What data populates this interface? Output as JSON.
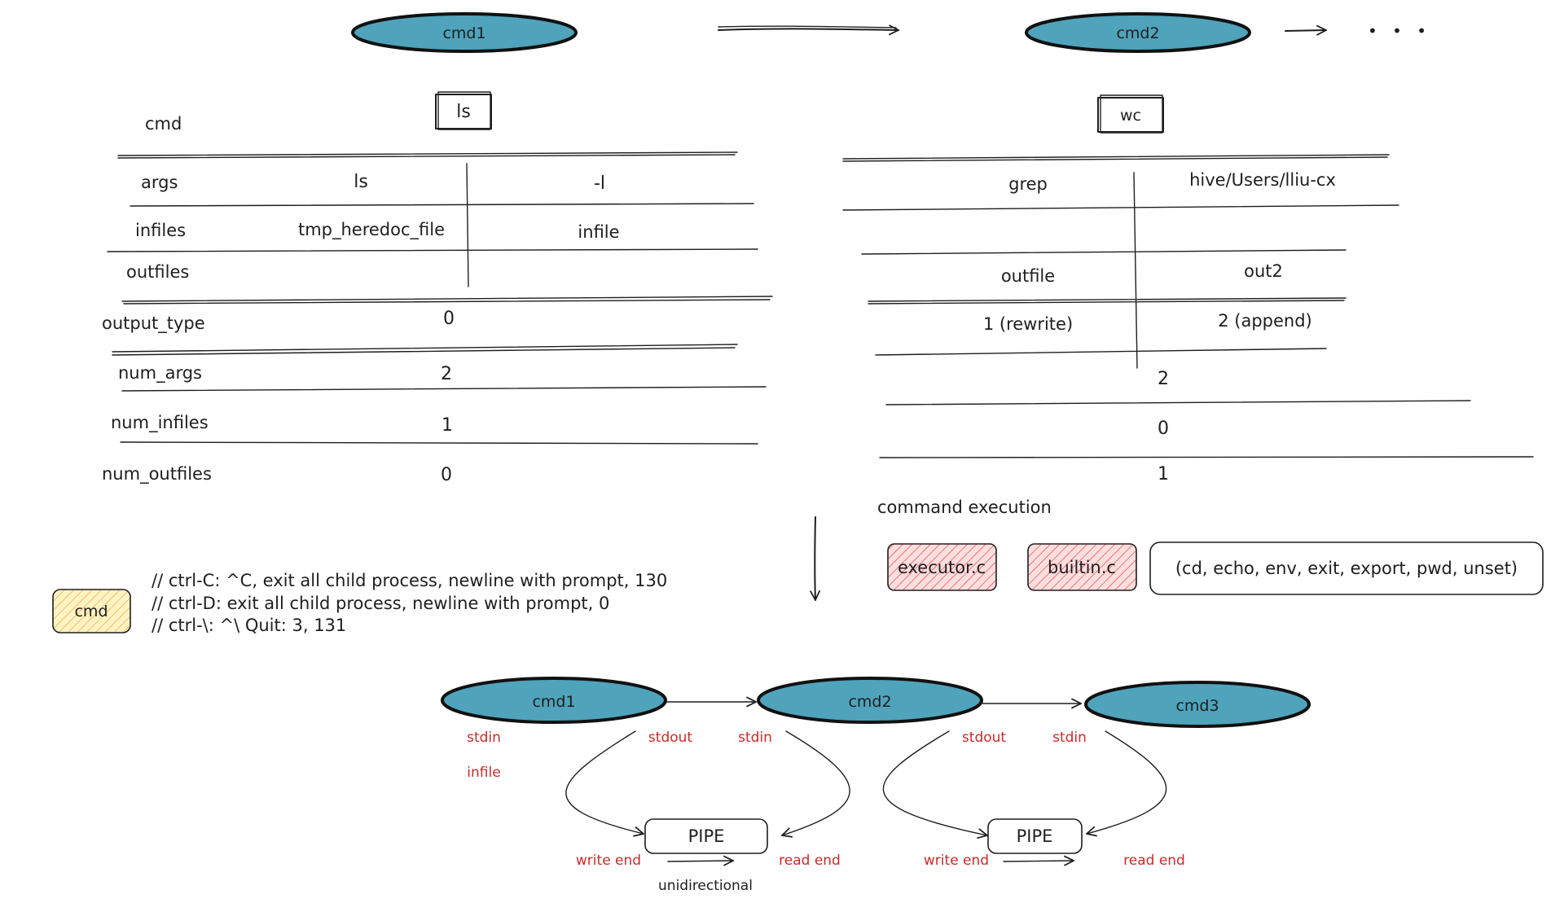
{
  "top_flow": {
    "cmd1": "cmd1",
    "cmd2": "cmd2",
    "ellipsis": "• • •"
  },
  "left_table": {
    "command": "ls",
    "row_labels": [
      "cmd",
      "args",
      "infiles",
      "outfiles",
      "output_type",
      "num_args",
      "num_infiles",
      "num_outfiles"
    ],
    "args": [
      "ls",
      "-l"
    ],
    "infiles": [
      "tmp_heredoc_file",
      "infile"
    ],
    "output_type": "0",
    "num_args": "2",
    "num_infiles": "1",
    "num_outfiles": "0"
  },
  "right_table": {
    "command": "wc",
    "args": [
      "grep",
      "hive/Users/lliu-cx"
    ],
    "outfiles": [
      "outfile",
      "out2"
    ],
    "output_types": [
      "1 (rewrite)",
      "2 (append)"
    ],
    "num_args": "2",
    "num_infiles": "0",
    "num_outfiles": "1"
  },
  "execution": {
    "title": "command execution",
    "files": [
      "executor.c",
      "builtin.c"
    ],
    "builtins": "(cd, echo, env, exit, export, pwd, unset)"
  },
  "signals": {
    "label": "cmd",
    "lines": [
      "// ctrl-C: ^C, exit all child process, newline with prompt, 130",
      "// ctrl-D: exit all child process, newline with prompt, 0",
      "// ctrl-\\: ^\\ Quit: 3, 131"
    ]
  },
  "pipeline": {
    "nodes": [
      "cmd1",
      "cmd2",
      "cmd3"
    ],
    "stdin": "stdin",
    "stdout": "stdout",
    "infile": "infile",
    "pipe": "PIPE",
    "write_end": "write end",
    "read_end": "read end",
    "note": "unidirectional"
  },
  "colors": {
    "node_fill": "#4fa3bb",
    "file_fill": "#ffc9c9",
    "file_hatch": "#e03131",
    "signal_fill": "#ffec99",
    "label_red": "#c92a2a"
  }
}
